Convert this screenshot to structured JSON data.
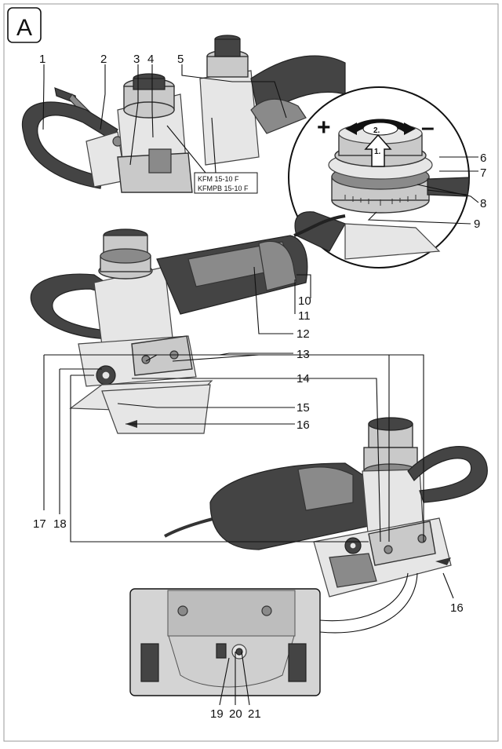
{
  "figure_letter": "A",
  "plus_sign": "+",
  "minus_sign": "–",
  "step_1": "1.",
  "step_2": "2.",
  "model_label_1": "KFM 15-10 F",
  "model_label_2": "KFMPB 15-10 F",
  "callouts": {
    "c1": "1",
    "c2": "2",
    "c3": "3",
    "c4": "4",
    "c5": "5",
    "c6": "6",
    "c7": "7",
    "c8": "8",
    "c9": "9",
    "c10": "10",
    "c11": "11",
    "c12": "12",
    "c13": "13",
    "c14": "14",
    "c15": "15",
    "c16a": "16",
    "c16b": "16",
    "c17": "17",
    "c18": "18",
    "c19": "19",
    "c20": "20",
    "c21": "21"
  }
}
